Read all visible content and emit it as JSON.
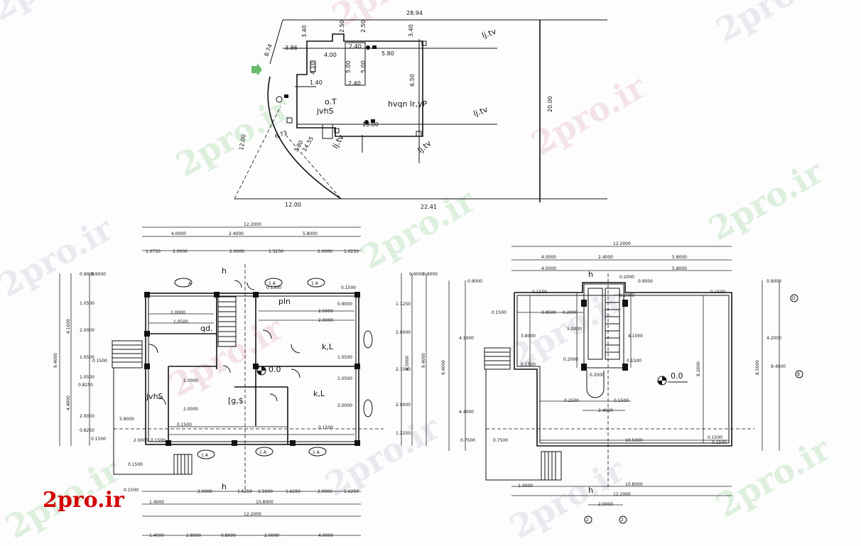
{
  "watermark": "2pro.ir",
  "logo": "2pro.ir",
  "site_plan": {
    "dims": {
      "top": "28.94",
      "d_3_40a": "3.40",
      "d_2_50a": "2.50",
      "d_2_50b": "2.50",
      "d_3_40b": "3.40",
      "d_8_74": "8.74",
      "d_3_86": "3.86",
      "d_2_40a": "2.40",
      "d_5_80": "5.80",
      "d_4_00": "4.00",
      "d_4_10": "4.10",
      "d_5_00a": "5.00",
      "d_5_00b": "5.00",
      "d_1_40": "1.40",
      "d_2_40b": "2.40",
      "d_6_50": "6.50",
      "d_20_00": "20.00",
      "d_10_80": "10.80",
      "d_6_73": "6.73",
      "d_12_00_diag": "12.00",
      "d_3_80": "3.80",
      "d_14_55": "14.55",
      "d_12_00_bot": "12.00",
      "d_22_41": "22.41"
    },
    "labels": {
      "street1": "lj.tv",
      "street2": "lj.tv",
      "street3": "lj.tv",
      "street4": "lj.tv",
      "ot": "o.T",
      "jvhs": "jvhS",
      "main": "hvqn  lr,yP"
    }
  },
  "ground_plan": {
    "top_dims": {
      "total": "12.2000",
      "a": "4.0000",
      "b": "2.4000",
      "c": "5.8000",
      "r1": "1.0750",
      "r2": "2.0000",
      "r3": "1.5250",
      "r4": "2.0000",
      "r5": "1.0250"
    },
    "left_dims": {
      "total": "9.4000",
      "a": "4.1000",
      "b": "4.4000",
      "c": "1.0500",
      "d": "2.0000",
      "e": "1.0500",
      "f": "0.9000",
      "g": "0.1500",
      "h": "5.8000",
      "i": "0.8250",
      "j": "0.1500"
    },
    "right_dims": {
      "total": "9.4000",
      "a": "1.1250",
      "b": "2.0000",
      "c": "2.1500",
      "d": "2.0000",
      "e": "1.2250",
      "f": "4.5000",
      "g": "0.9000"
    },
    "bottom_dims": {
      "a": "1.4000",
      "b": "10.8000",
      "c": "12.2000",
      "d1": "2.0000",
      "d2": "1.6250",
      "d3": "1.5000",
      "d4": "1.6250",
      "d5": "2.0000",
      "d6": "1.0250",
      "e1": "1.4000",
      "e2": "2.8000",
      "e3": "0.8000",
      "e4": "2.0000",
      "e5": "4.0000"
    },
    "rooms": {
      "qd": "qd.",
      "kl1": "k,L",
      "kl2": "k,L",
      "jvhs": "jvhS",
      "gs": "[g,$",
      "pln": "pln"
    },
    "axis_a": "A",
    "axis_1a": "1 A",
    "level": "0.0",
    "section_h": "h"
  },
  "upper_plan": {
    "top_dims": {
      "total": "12.2000",
      "a": "4.0000",
      "b": "2.4000",
      "c": "5.8000",
      "d": "0.9000",
      "e": "0.2000"
    },
    "left_dims": {
      "total": "9.4000",
      "a": "4.1000",
      "b": "4.4000",
      "c": "0.9000",
      "d": "0.1500",
      "e": "3.8000",
      "f": "0.1500",
      "g": "0.7500"
    },
    "right_dims": {
      "total": "8.5000",
      "a": "4.2000",
      "b": "9.4000",
      "c": "0.9000"
    },
    "inner_dims": {
      "a": "3.8500",
      "b": "0.2000",
      "c": "5.0000",
      "d": "2.4000",
      "e": "0.2500",
      "f": "8.2000",
      "g": "10.5000",
      "h": "0.1500",
      "i": "0.1500",
      "j": "2.4000",
      "k": "4.1000",
      "l": "0.2000",
      "m": "0.1500"
    },
    "bottom_dims": {
      "a": "1.4000",
      "b": "10.8000",
      "c": "12.2000",
      "d": "2.0000"
    },
    "axis_2": "2",
    "axis_b": "B",
    "axis_d": "D",
    "level": "0.0",
    "section_h": "h"
  }
}
